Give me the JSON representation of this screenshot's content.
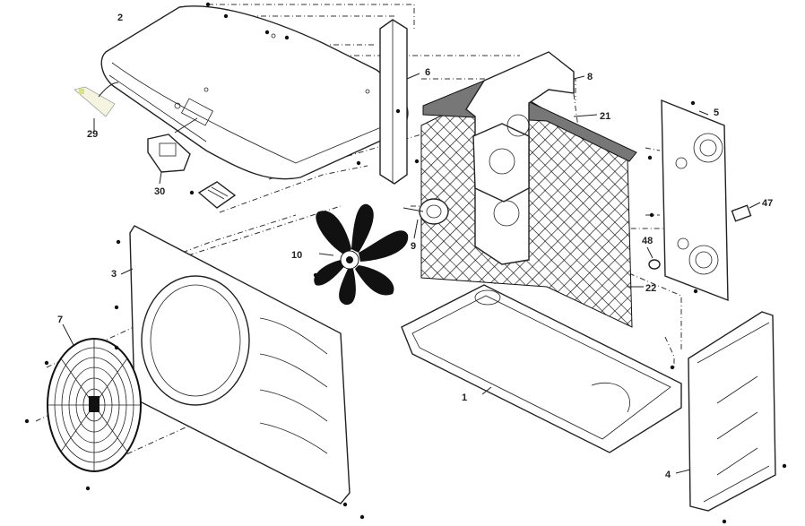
{
  "diagram": {
    "labels": {
      "p1": "1",
      "p2": "2",
      "p3": "3",
      "p4": "4",
      "p5": "5",
      "p6": "6",
      "p7": "7",
      "p8": "8",
      "p9": "9",
      "p10": "10",
      "p21": "21",
      "p22": "22",
      "p29": "29",
      "p30": "30",
      "p47": "47",
      "p48": "48"
    }
  }
}
